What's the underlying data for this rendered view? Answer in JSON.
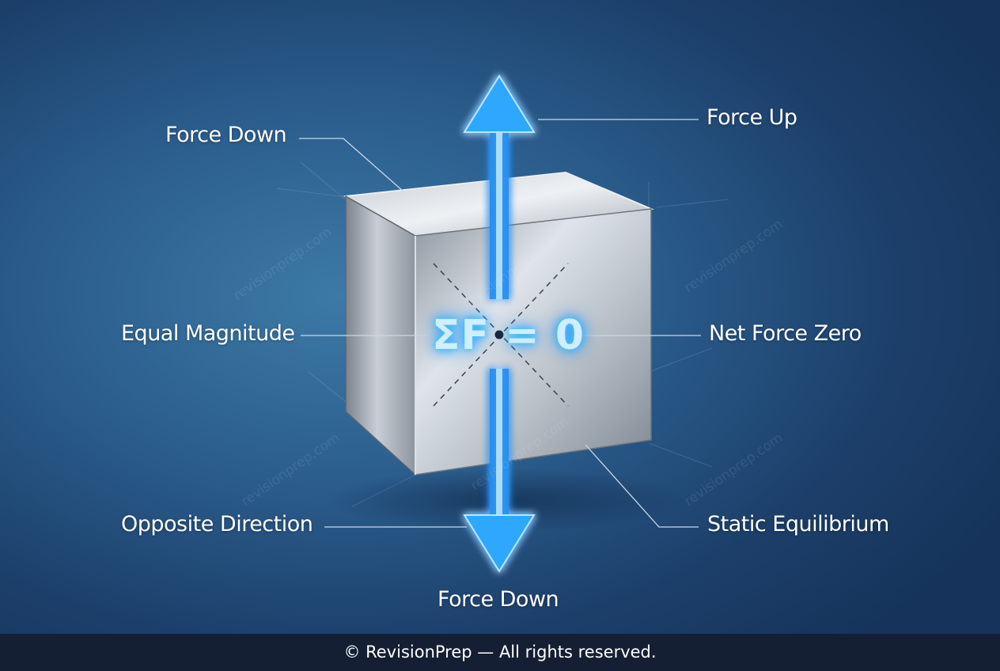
{
  "labels": {
    "force_down_top": "Force Down",
    "force_up": "Force Up",
    "equal_magnitude": "Equal Magnitude",
    "net_force_zero": "Net Force Zero",
    "opposite_direction": "Opposite Direction",
    "static_equilibrium": "Static Equilibrium",
    "force_down_bottom": "Force Down"
  },
  "equation": "ΣF = 0",
  "watermark": "revisionprep.com",
  "footer": "© RevisionPrep — All rights reserved.",
  "colors": {
    "background": "#22507c",
    "arrow_glow": "#2fa8ff",
    "footer_bg": "#151f33",
    "leader_line": "#c9d8e8"
  }
}
